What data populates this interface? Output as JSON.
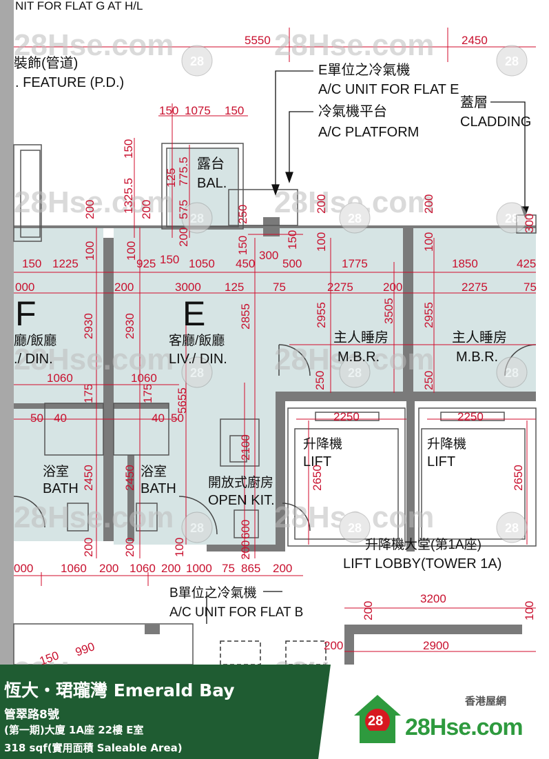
{
  "top_partial_text": "NIT FOR FLAT G AT H/L",
  "watermark": "28Hse.com",
  "watermark_badge": "28",
  "labels": {
    "feature_zh": "裝飾(管道)",
    "feature_en": ". FEATURE (P.D.)",
    "ac_flat_e_zh": "E單位之冷氣機",
    "ac_flat_e_en": "A/C UNIT FOR FLAT E",
    "ac_platform_zh": "冷氣機平台",
    "ac_platform_en": "A/C PLATFORM",
    "cladding_zh": "蓋層",
    "cladding_en": "CLADDING",
    "bal_zh": "露台",
    "bal_en": "BAL.",
    "flat_f": "F",
    "flat_e": "E",
    "liv_f_zh": "廳/飯廳",
    "liv_f_en": "./ DIN.",
    "liv_e_zh": "客廳/飯廳",
    "liv_e_en": "LIV./ DIN.",
    "mbr1_zh": "主人睡房",
    "mbr1_en": "M.B.R.",
    "mbr2_zh": "主人睡房",
    "mbr2_en": "M.B.R.",
    "bath1_zh": "浴室",
    "bath1_en": "BATH",
    "bath2_zh": "浴室",
    "bath2_en": "BATH",
    "kit_zh": "開放式廚房",
    "kit_en": "OPEN KIT.",
    "lift1_zh": "升降機",
    "lift1_en": "LIFT",
    "lift2_zh": "升降機",
    "lift2_en": "LIFT",
    "lobby_zh": "升降機大堂(第1A座)",
    "lobby_en": "LIFT LOBBY(TOWER 1A)",
    "ac_flat_b_zh": "B單位之冷氣機",
    "ac_flat_b_en": "A/C UNIT FOR FLAT B"
  },
  "dimensions": {
    "d5550": "5550",
    "d2450": "2450",
    "d150a": "150",
    "d1075": "1075",
    "d150b": "150",
    "d150v": "150",
    "d1325": "1325.5",
    "d1775v": "775.5",
    "d575": "575",
    "d125v": "125",
    "d200a": "200",
    "d200b": "200",
    "d200c": "200",
    "d200d": "200",
    "d200e": "200",
    "d250": "250",
    "d150c": "150",
    "d150d": "150",
    "d100a": "100",
    "d100b": "100",
    "d100c": "100",
    "d100d": "100",
    "d300v": "300",
    "d150e": "150",
    "d1225": "1225",
    "d925": "925",
    "d150f": "150",
    "d1050": "1050",
    "d450": "450",
    "d300": "300",
    "d500": "500",
    "d1775": "1775",
    "d1850": "1850",
    "d425": "425",
    "d000a": "000",
    "d200f": "200",
    "d3000": "3000",
    "d125": "125",
    "d75a": "75",
    "d2275a": "2275",
    "d200g": "200",
    "d2275b": "2275",
    "d75b": "75",
    "d2930a": "2930",
    "d2930b": "2930",
    "d2855": "2855",
    "d2955a": "2955",
    "d3505": "3505",
    "d2955b": "2955",
    "d1060a": "1060",
    "d1060b": "1060",
    "d175a": "175",
    "d175b": "175",
    "d5655": "5655",
    "d50": "50",
    "d40a": "40",
    "d40b": "40",
    "d50b": "50",
    "d250b": "250",
    "d250c": "250",
    "d2250a": "2250",
    "d2250b": "2250",
    "d2100": "2100",
    "d2450a": "2450",
    "d2450b": "2450",
    "d2650a": "2650",
    "d2650b": "2650",
    "d200h": "200",
    "d200i": "200",
    "d100e": "100",
    "d600": "600",
    "d200j": "200",
    "d000b": "000",
    "d1060c": "1060",
    "d200k": "200",
    "d1060d": "1060",
    "d200l": "200",
    "d1000": "1000",
    "d75c": "75",
    "d865": "865",
    "d200m": "200",
    "d3200": "3200",
    "d200n": "200",
    "d100f": "100",
    "d200o": "200",
    "d2900": "2900",
    "d990": "990",
    "d150g": "150"
  },
  "footer": {
    "title": "恆大・珺瓏灣 Emerald Bay",
    "address": "管翠路8號",
    "unit": "(第一期)大廈 1A座 22樓 E室",
    "area": "318 sqf(實用面積 Saleable Area)",
    "site_name": "香港屋網",
    "logo_badge": "28",
    "logo_text": "28Hse.com"
  },
  "colors": {
    "room_fill": "#d6e4e4",
    "wall": "#6a6a6a",
    "dimension": "#d10a2a",
    "footer_green": "#1f5c32",
    "logo_green": "#2e9a3e",
    "logo_red": "#d71920"
  }
}
